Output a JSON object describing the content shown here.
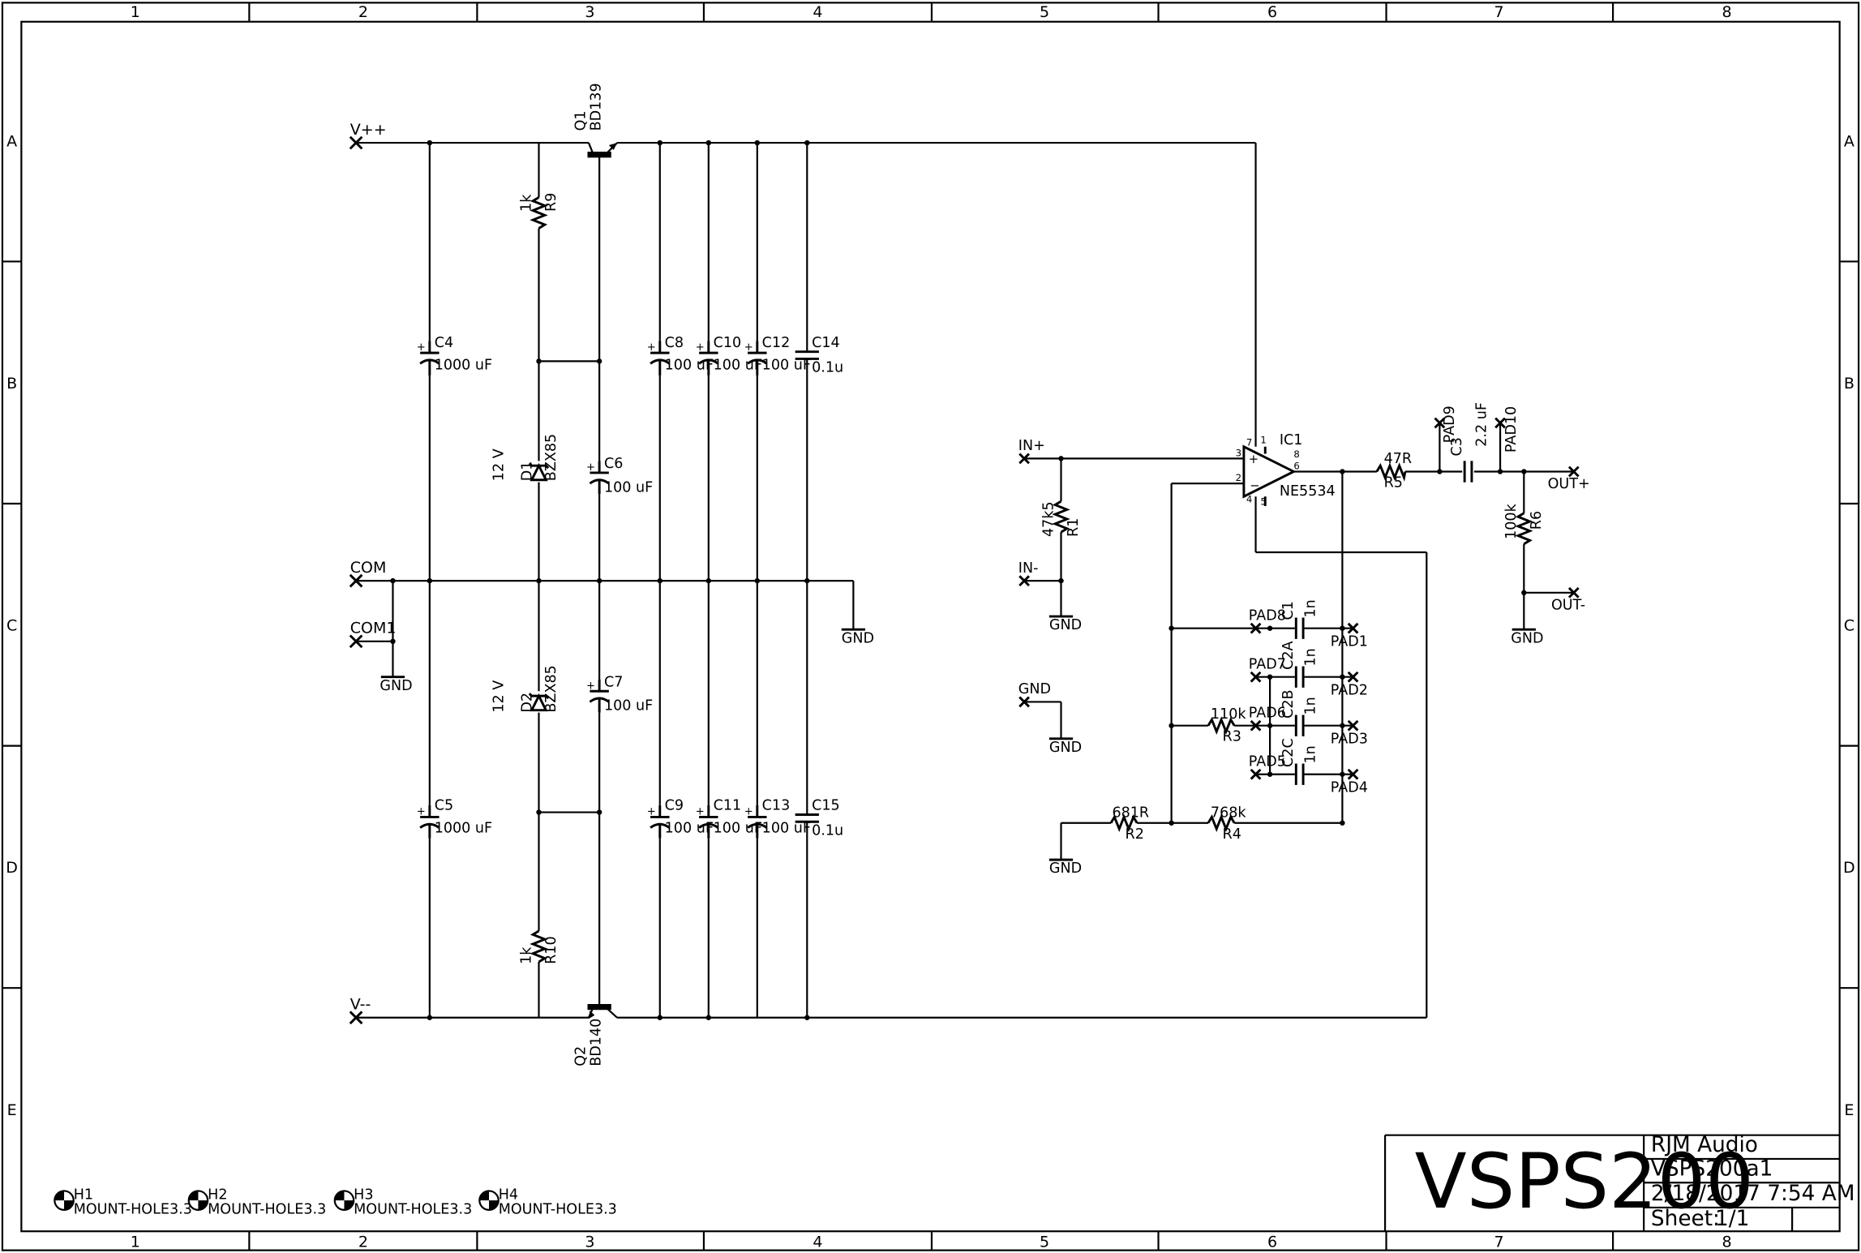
{
  "frame": {
    "columns": [
      "1",
      "2",
      "3",
      "4",
      "5",
      "6",
      "7",
      "8"
    ],
    "rows": [
      "A",
      "B",
      "C",
      "D",
      "E"
    ]
  },
  "nets": {
    "vpp": "V++",
    "vmm": "V--",
    "com": "COM",
    "com1": "COM1",
    "in_plus": "IN+",
    "in_minus": "IN-",
    "gnd_in": "GND",
    "out_plus": "OUT+",
    "out_minus": "OUT-",
    "gnd": "GND"
  },
  "components": {
    "q1": {
      "ref": "Q1",
      "value": "BD139"
    },
    "q2": {
      "ref": "Q2",
      "value": "BD140"
    },
    "r9": {
      "ref": "R9",
      "value": "1k"
    },
    "r10": {
      "ref": "R10",
      "value": "1k"
    },
    "d1": {
      "ref": "D1",
      "value": "BZX85",
      "voltage": "12 V"
    },
    "d2": {
      "ref": "D2",
      "value": "BZX85",
      "voltage": "12 V"
    },
    "c4": {
      "ref": "C4",
      "value": "1000 uF"
    },
    "c5": {
      "ref": "C5",
      "value": "1000 uF"
    },
    "c6": {
      "ref": "C6",
      "value": "100 uF"
    },
    "c7": {
      "ref": "C7",
      "value": "100 uF"
    },
    "c8": {
      "ref": "C8",
      "value": "100 uF"
    },
    "c9": {
      "ref": "C9",
      "value": "100 uF"
    },
    "c10": {
      "ref": "C10",
      "value": "100 uF"
    },
    "c11": {
      "ref": "C11",
      "value": "100 uF"
    },
    "c12": {
      "ref": "C12",
      "value": "100 uF"
    },
    "c13": {
      "ref": "C13",
      "value": "100 uF"
    },
    "c14": {
      "ref": "C14",
      "value": "0.1u"
    },
    "c15": {
      "ref": "C15",
      "value": "0.1u"
    },
    "r1": {
      "ref": "R1",
      "value": "47k5"
    },
    "ic1": {
      "ref": "IC1",
      "value": "NE5534",
      "pins": [
        "7",
        "1",
        "8",
        "3",
        "2",
        "6",
        "4",
        "5"
      ]
    },
    "r5": {
      "ref": "R5",
      "value": "47R"
    },
    "c3": {
      "ref": "C3",
      "value": "2.2 uF"
    },
    "r6": {
      "ref": "R6",
      "value": "100k"
    },
    "c1": {
      "ref": "C1",
      "value": "1n"
    },
    "c2a": {
      "ref": "C2A",
      "value": "1n"
    },
    "c2b": {
      "ref": "C2B",
      "value": "1n"
    },
    "c2c": {
      "ref": "C2C",
      "value": "1n"
    },
    "r3": {
      "ref": "R3",
      "value": "110k"
    },
    "r2": {
      "ref": "R2",
      "value": "681R"
    },
    "r4": {
      "ref": "R4",
      "value": "768k"
    },
    "pads": [
      "PAD1",
      "PAD2",
      "PAD3",
      "PAD4",
      "PAD5",
      "PAD6",
      "PAD7",
      "PAD8",
      "PAD9",
      "PAD10"
    ]
  },
  "mount_holes": [
    {
      "ref": "H1",
      "value": "MOUNT-HOLE3.3"
    },
    {
      "ref": "H2",
      "value": "MOUNT-HOLE3.3"
    },
    {
      "ref": "H3",
      "value": "MOUNT-HOLE3.3"
    },
    {
      "ref": "H4",
      "value": "MOUNT-HOLE3.3"
    }
  ],
  "title_block": {
    "title": "VSPS200",
    "company": "RJM Audio",
    "document": "VSPS200a1",
    "date": "2/18/2017 7:54 AM",
    "sheet_label": "Sheet:",
    "sheet": "1/1"
  }
}
